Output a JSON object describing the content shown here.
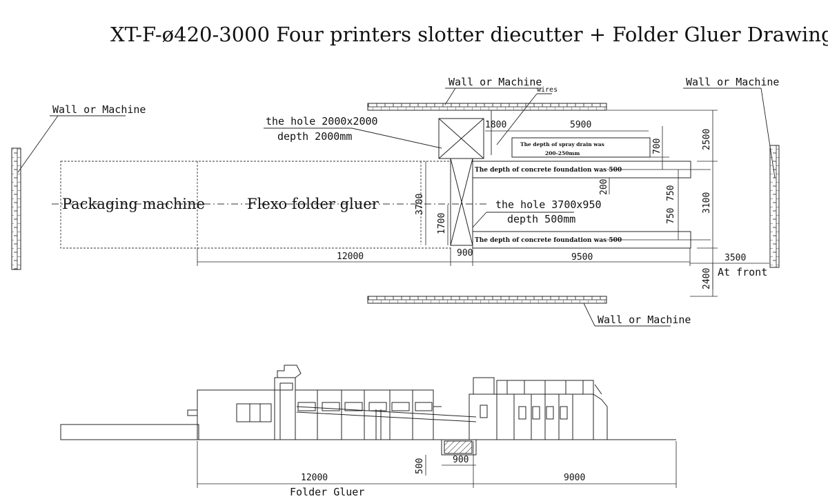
{
  "title": "XT-F-ø420-3000  Four printers slotter diecutter + Folder Gluer Drawing",
  "labels": {
    "wall_top": "Wall or Machine",
    "wall_right": "Wall or Machine",
    "wall_left": "Wall or Machine",
    "wall_bottom": "Wall or Machine",
    "wires": "wires",
    "hole_big_1": "the  hole 2000x2000",
    "hole_big_2": "depth 2000mm",
    "hole_small_1": "the  hole 3700x950",
    "hole_small_2": "depth 500mm",
    "spray_drain_1": "The depth of spray drain was",
    "spray_drain_2": "200-250mm",
    "foundation_top": "The depth of concrete foundation was  500",
    "foundation_bottom": "The depth of concrete foundation was  500",
    "packaging_machine": "Packaging machine",
    "flexo_folder_gluer": "Flexo folder gluer",
    "at_front": "At front",
    "folder_gluer": "Folder Gluer"
  },
  "dimensions": {
    "d1800": "1800",
    "d5900": "5900",
    "d2500": "2500",
    "d700": "700",
    "d200": "200",
    "d750a": "750",
    "d3100": "3100",
    "d750b": "750",
    "d3700": "3700",
    "d1700": "1700",
    "d900a": "900",
    "d12000a": "12000",
    "d9500": "9500",
    "d3500": "3500",
    "d2400": "2400",
    "d500": "500",
    "d900b": "900",
    "d12000b": "12000",
    "d9000": "9000"
  }
}
